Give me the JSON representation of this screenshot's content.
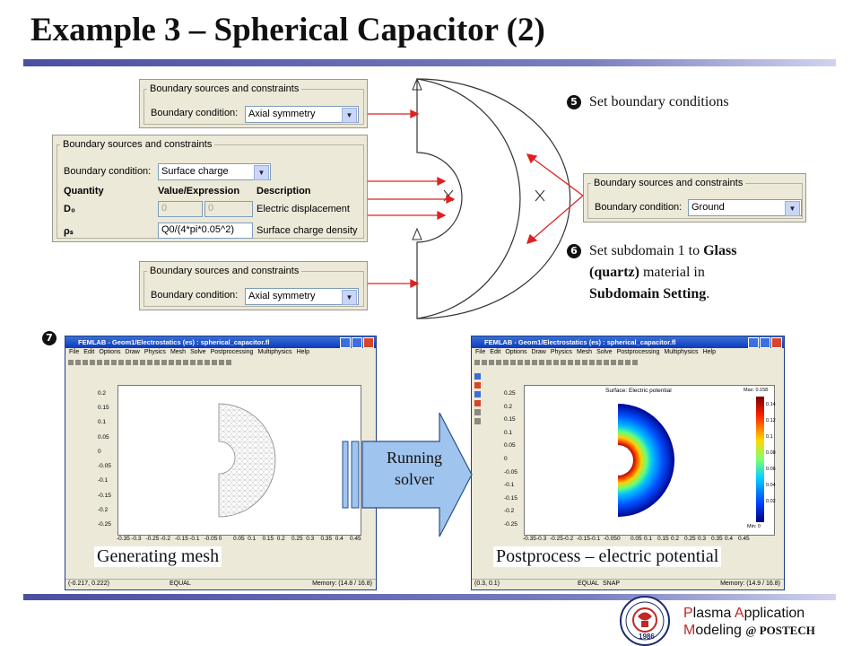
{
  "slide": {
    "title": "Example 3 – Spherical Capacitor (2)"
  },
  "panel_top": {
    "group_title": "Boundary sources and constraints",
    "bc_label": "Boundary condition:",
    "bc_value": "Axial symmetry"
  },
  "panel_mid": {
    "group_title": "Boundary sources and constraints",
    "bc_label": "Boundary condition:",
    "bc_value": "Surface charge",
    "col_quantity": "Quantity",
    "col_value": "Value/Expression",
    "col_desc": "Description",
    "row1_q": "D₀",
    "row1_v1": "0",
    "row1_v2": "0",
    "row1_d": "Electric displacement",
    "row2_q": "ρₛ",
    "row2_v": "Q0/(4*pi*0.05^2)",
    "row2_d": "Surface charge density"
  },
  "panel_bottom": {
    "group_title": "Boundary sources and constraints",
    "bc_label": "Boundary condition:",
    "bc_value": "Axial symmetry"
  },
  "panel_right": {
    "group_title": "Boundary sources and constraints",
    "bc_label": "Boundary condition:",
    "bc_value": "Ground"
  },
  "steps": {
    "s5_num": "5",
    "s5_text": "Set boundary conditions",
    "s6_num": "6",
    "s6_line1a": "Set subdomain 1 to ",
    "s6_line1b": "Glass",
    "s6_line2a": "(quartz)",
    "s6_line2b": " material in",
    "s6_line3a": "Subdomain Setting",
    "s6_line3b": ".",
    "s7_num": "7"
  },
  "win_left": {
    "title": "FEMLAB - Geom1/Electrostatics (es) : spherical_capacitor.fl",
    "menus": [
      "File",
      "Edit",
      "Options",
      "Draw",
      "Physics",
      "Mesh",
      "Solve",
      "Postprocessing",
      "Multiphysics",
      "Help"
    ],
    "y_ticks": [
      "0.2",
      "0.15",
      "0.1",
      "0.05",
      "0",
      "-0.05",
      "-0.1",
      "-0.15",
      "-0.2",
      "-0.25"
    ],
    "x_ticks": [
      "-0.35",
      "-0.3",
      "-0.25",
      "-0.2",
      "-0.15",
      "-0.1",
      "-0.05",
      "0",
      "0.05",
      "0.1",
      "0.15",
      "0.2",
      "0.25",
      "0.3",
      "0.35",
      "0.4",
      "0.45"
    ],
    "status_coord": "(-0.217, 0.222)",
    "status_mode": "EQUAL",
    "status_mem": "Memory: (14.8 / 16.8)"
  },
  "win_right": {
    "title": "FEMLAB - Geom1/Electrostatics (es) : spherical_capacitor.fl",
    "menus": [
      "File",
      "Edit",
      "Options",
      "Draw",
      "Physics",
      "Mesh",
      "Solve",
      "Postprocessing",
      "Multiphysics",
      "Help"
    ],
    "plot_title": "Surface: Electric potential",
    "y_ticks": [
      "0.25",
      "0.2",
      "0.15",
      "0.1",
      "0.05",
      "0",
      "-0.05",
      "-0.1",
      "-0.15",
      "-0.2",
      "-0.25"
    ],
    "x_ticks": [
      "-0.35",
      "-0.3",
      "-0.25",
      "-0.2",
      "-0.15",
      "-0.1",
      "-0.05",
      "0",
      "0.05",
      "0.1",
      "0.15",
      "0.2",
      "0.25",
      "0.3",
      "0.35",
      "0.4",
      "0.45"
    ],
    "cbar_max": "Max: 0.158",
    "cbar_min": "Min: 0",
    "cbar_ticks": [
      "0.14",
      "0.12",
      "0.1",
      "0.08",
      "0.06",
      "0.04",
      "0.02"
    ],
    "status_coord": "(0.3, 0.1)",
    "status_mode1": "EQUAL",
    "status_mode2": "SNAP",
    "status_mem": "Memory: (14.9 / 16.8)"
  },
  "captions": {
    "left": "Generating mesh",
    "right": "Postprocess – electric potential"
  },
  "arrow": {
    "line1": "Running",
    "line2": "solver"
  },
  "footer": {
    "line1_a": "P",
    "line1_b": "lasma ",
    "line1_c": "A",
    "line1_d": "pplication",
    "line2_a": "M",
    "line2_b": "odeling ",
    "line2_c": "@ POSTECH",
    "seal_year": "1986"
  },
  "colors": {
    "rule": "#4b4fa0",
    "connector": "#e02020",
    "accent_red": "#c0282a"
  }
}
